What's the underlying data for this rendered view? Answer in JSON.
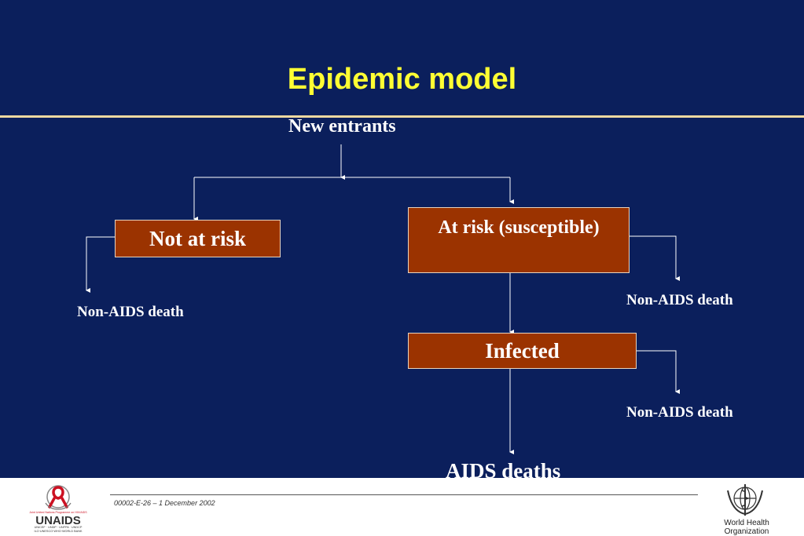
{
  "slide": {
    "title": "Epidemic model"
  },
  "diagram": {
    "new_entrants": "New entrants",
    "not_at_risk": "Not at risk",
    "at_risk": "At risk (susceptible)",
    "infected": "Infected",
    "non_aids_death_left": "Non-AIDS death",
    "non_aids_death_atrisk": "Non-AIDS death",
    "non_aids_death_infected": "Non-AIDS death",
    "aids_deaths": "AIDS deaths"
  },
  "footer": {
    "code": "00002-E-26 – 1 December 2002",
    "unaids_name": "UNAIDS",
    "unaids_tagline": "Joint United Nations Programme on HIV/AIDS",
    "unaids_partners_1": "UNICEF · UNDP · UNFPA · UNDCP",
    "unaids_partners_2": "ILO·UNESCO·WHO·WORLD BANK",
    "who_line1": "World Health",
    "who_line2": "Organization"
  },
  "colors": {
    "background": "#0b1f5c",
    "title": "#ffff33",
    "box_fill": "#9b3300",
    "rule": "#f0d9a0"
  }
}
